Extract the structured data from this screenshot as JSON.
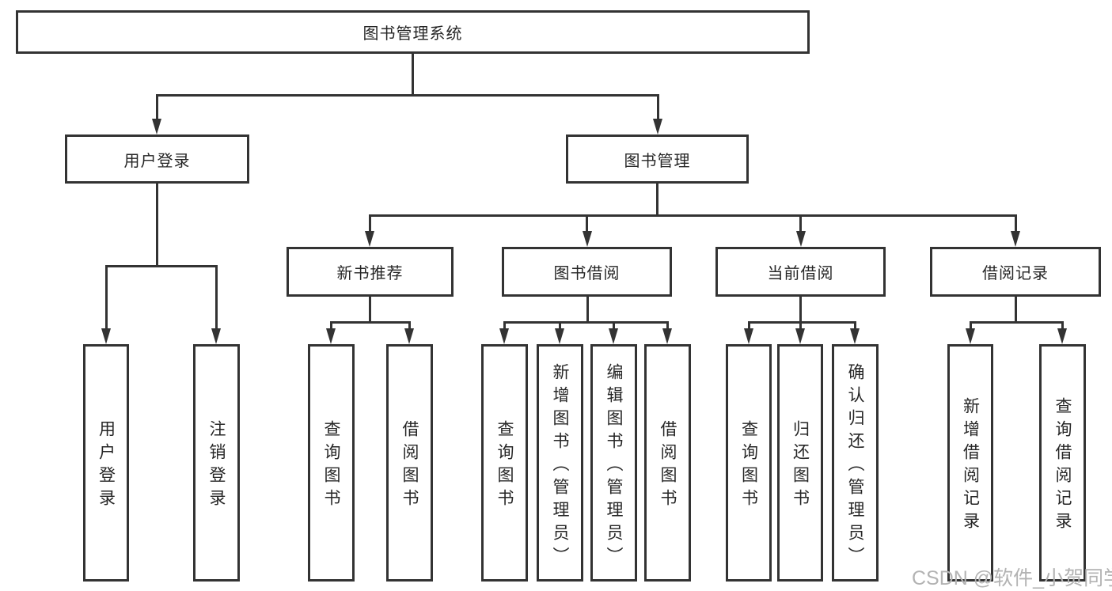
{
  "diagram": {
    "root": {
      "label": "图书管理系统"
    },
    "level2": [
      {
        "label": "用户登录"
      },
      {
        "label": "图书管理"
      }
    ],
    "level3": [
      {
        "label": "新书推荐"
      },
      {
        "label": "图书借阅"
      },
      {
        "label": "当前借阅"
      },
      {
        "label": "借阅记录"
      }
    ],
    "leaves": [
      {
        "label": "用户登录"
      },
      {
        "label": "注销登录"
      },
      {
        "label": "查询图书"
      },
      {
        "label": "借阅图书"
      },
      {
        "label": "查询图书"
      },
      {
        "label": "新增图书（管理员）"
      },
      {
        "label": "编辑图书（管理员）"
      },
      {
        "label": "借阅图书"
      },
      {
        "label": "查询图书"
      },
      {
        "label": "归还图书"
      },
      {
        "label": "确认归还（管理员）"
      },
      {
        "label": "新增借阅记录"
      },
      {
        "label": "查询借阅记录"
      }
    ]
  },
  "watermark": {
    "text": "CSDN @软件_小贺同学"
  },
  "colors": {
    "line": "#333333",
    "text": "#262626",
    "box_fill": "#ffffff",
    "watermark": "#b3b3b3"
  }
}
